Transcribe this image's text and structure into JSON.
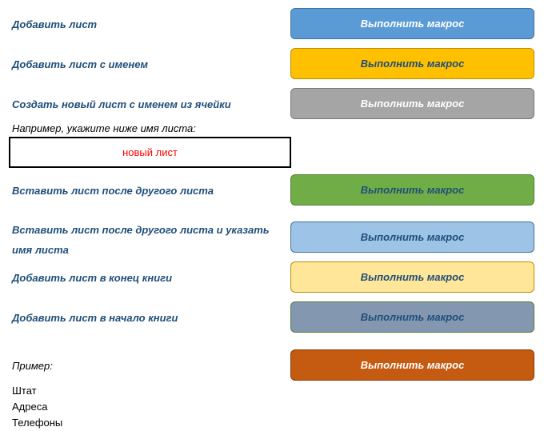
{
  "rows": [
    {
      "label": "Добавить лист",
      "button": "Выполнить макрос",
      "bg": "#5b9bd5",
      "border": "#41719c",
      "fg": "#ffffff"
    },
    {
      "label": "Добавить лист с именем",
      "button": "Выполнить макрос",
      "bg": "#ffc000",
      "border": "#bc8c00",
      "fg": "#1f4e79"
    },
    {
      "label": "Создать новый лист с именем из ячейки",
      "button": "Выполнить макрос",
      "bg": "#a5a5a5",
      "border": "#787878",
      "fg": "#ffffff"
    },
    {
      "label": "Вставить лист после другого листа",
      "button": "Выполнить макрос",
      "bg": "#70ad47",
      "border": "#507e32",
      "fg": "#1f4e79"
    },
    {
      "label": "Вставить лист после другого листа и указать имя листа",
      "button": "Выполнить макрос",
      "bg": "#9dc3e6",
      "border": "#41719c",
      "fg": "#1f4e79"
    },
    {
      "label": "Добавить лист в конец книги",
      "button": "Выполнить макрос",
      "bg": "#ffe699",
      "border": "#bc8c00",
      "fg": "#1f4e79"
    },
    {
      "label": "Добавить лист в начало книги",
      "button": "Выполнить макрос",
      "bg": "#8497b0",
      "border": "#507e32",
      "fg": "#1f4e79"
    }
  ],
  "hint": "Например, укажите ниже имя листа:",
  "sheet_name_value": "новый лист",
  "example": {
    "label": "Пример:",
    "button": "Выполнить макрос",
    "bg": "#c55a11",
    "border": "#843c0c",
    "fg": "#ffffff",
    "items": [
      "Штат",
      "Адреса",
      "Телефоны"
    ]
  }
}
